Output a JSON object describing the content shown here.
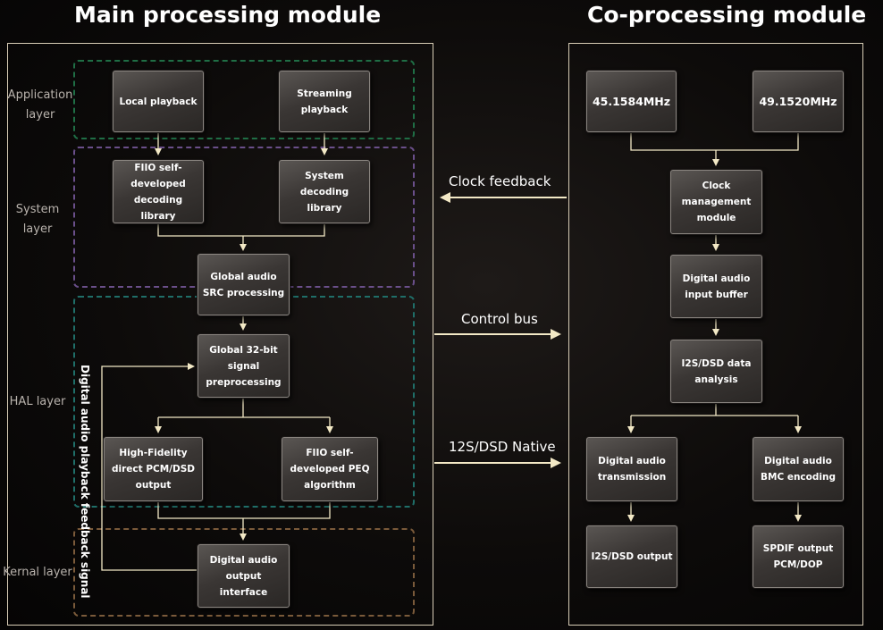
{
  "titles": {
    "main": "Main processing module",
    "co": "Co-processing module"
  },
  "layers": {
    "application": "Application layer",
    "system": "System layer",
    "hal": "HAL layer",
    "kernal": "Kernal layer"
  },
  "main_nodes": {
    "local_playback": "Local playback",
    "streaming_playback": "Streaming playback",
    "fiio_decoding": "FIIO self-developed decoding library",
    "system_decoding": "System decoding library",
    "global_src": "Global audio SRC processing",
    "global_32bit": "Global 32-bit signal preprocessing",
    "hifi_direct": "High-Fidelity direct PCM/DSD output",
    "fiio_peq": "FIIO self-developed PEQ algorithm",
    "digital_output_interface": "Digital audio output interface"
  },
  "co_nodes": {
    "clock_a": "45.1584MHz",
    "clock_b": "49.1520MHz",
    "clock_mgmt": "Clock management module",
    "input_buffer": "Digital audio input buffer",
    "data_analysis": "I2S/DSD data analysis",
    "transmission": "Digital audio transmission",
    "bmc_encoding": "Digital audio BMC encoding",
    "i2s_output": "I2S/DSD output",
    "spdif_output": "SPDIF output PCM/DOP"
  },
  "buses": {
    "clock_feedback": "Clock feedback",
    "control_bus": "Control bus",
    "i2s_native": "12S/DSD Native"
  },
  "feedback_signal": "Digital audio playback feedback signal",
  "colors": {
    "application_border": "#1f6e45",
    "system_border": "#6a4f8a",
    "hal_border": "#1f6e68",
    "kernal_border": "#7a5a3a",
    "arrow": "#f3e9c6",
    "frame": "#d8cdb6"
  }
}
